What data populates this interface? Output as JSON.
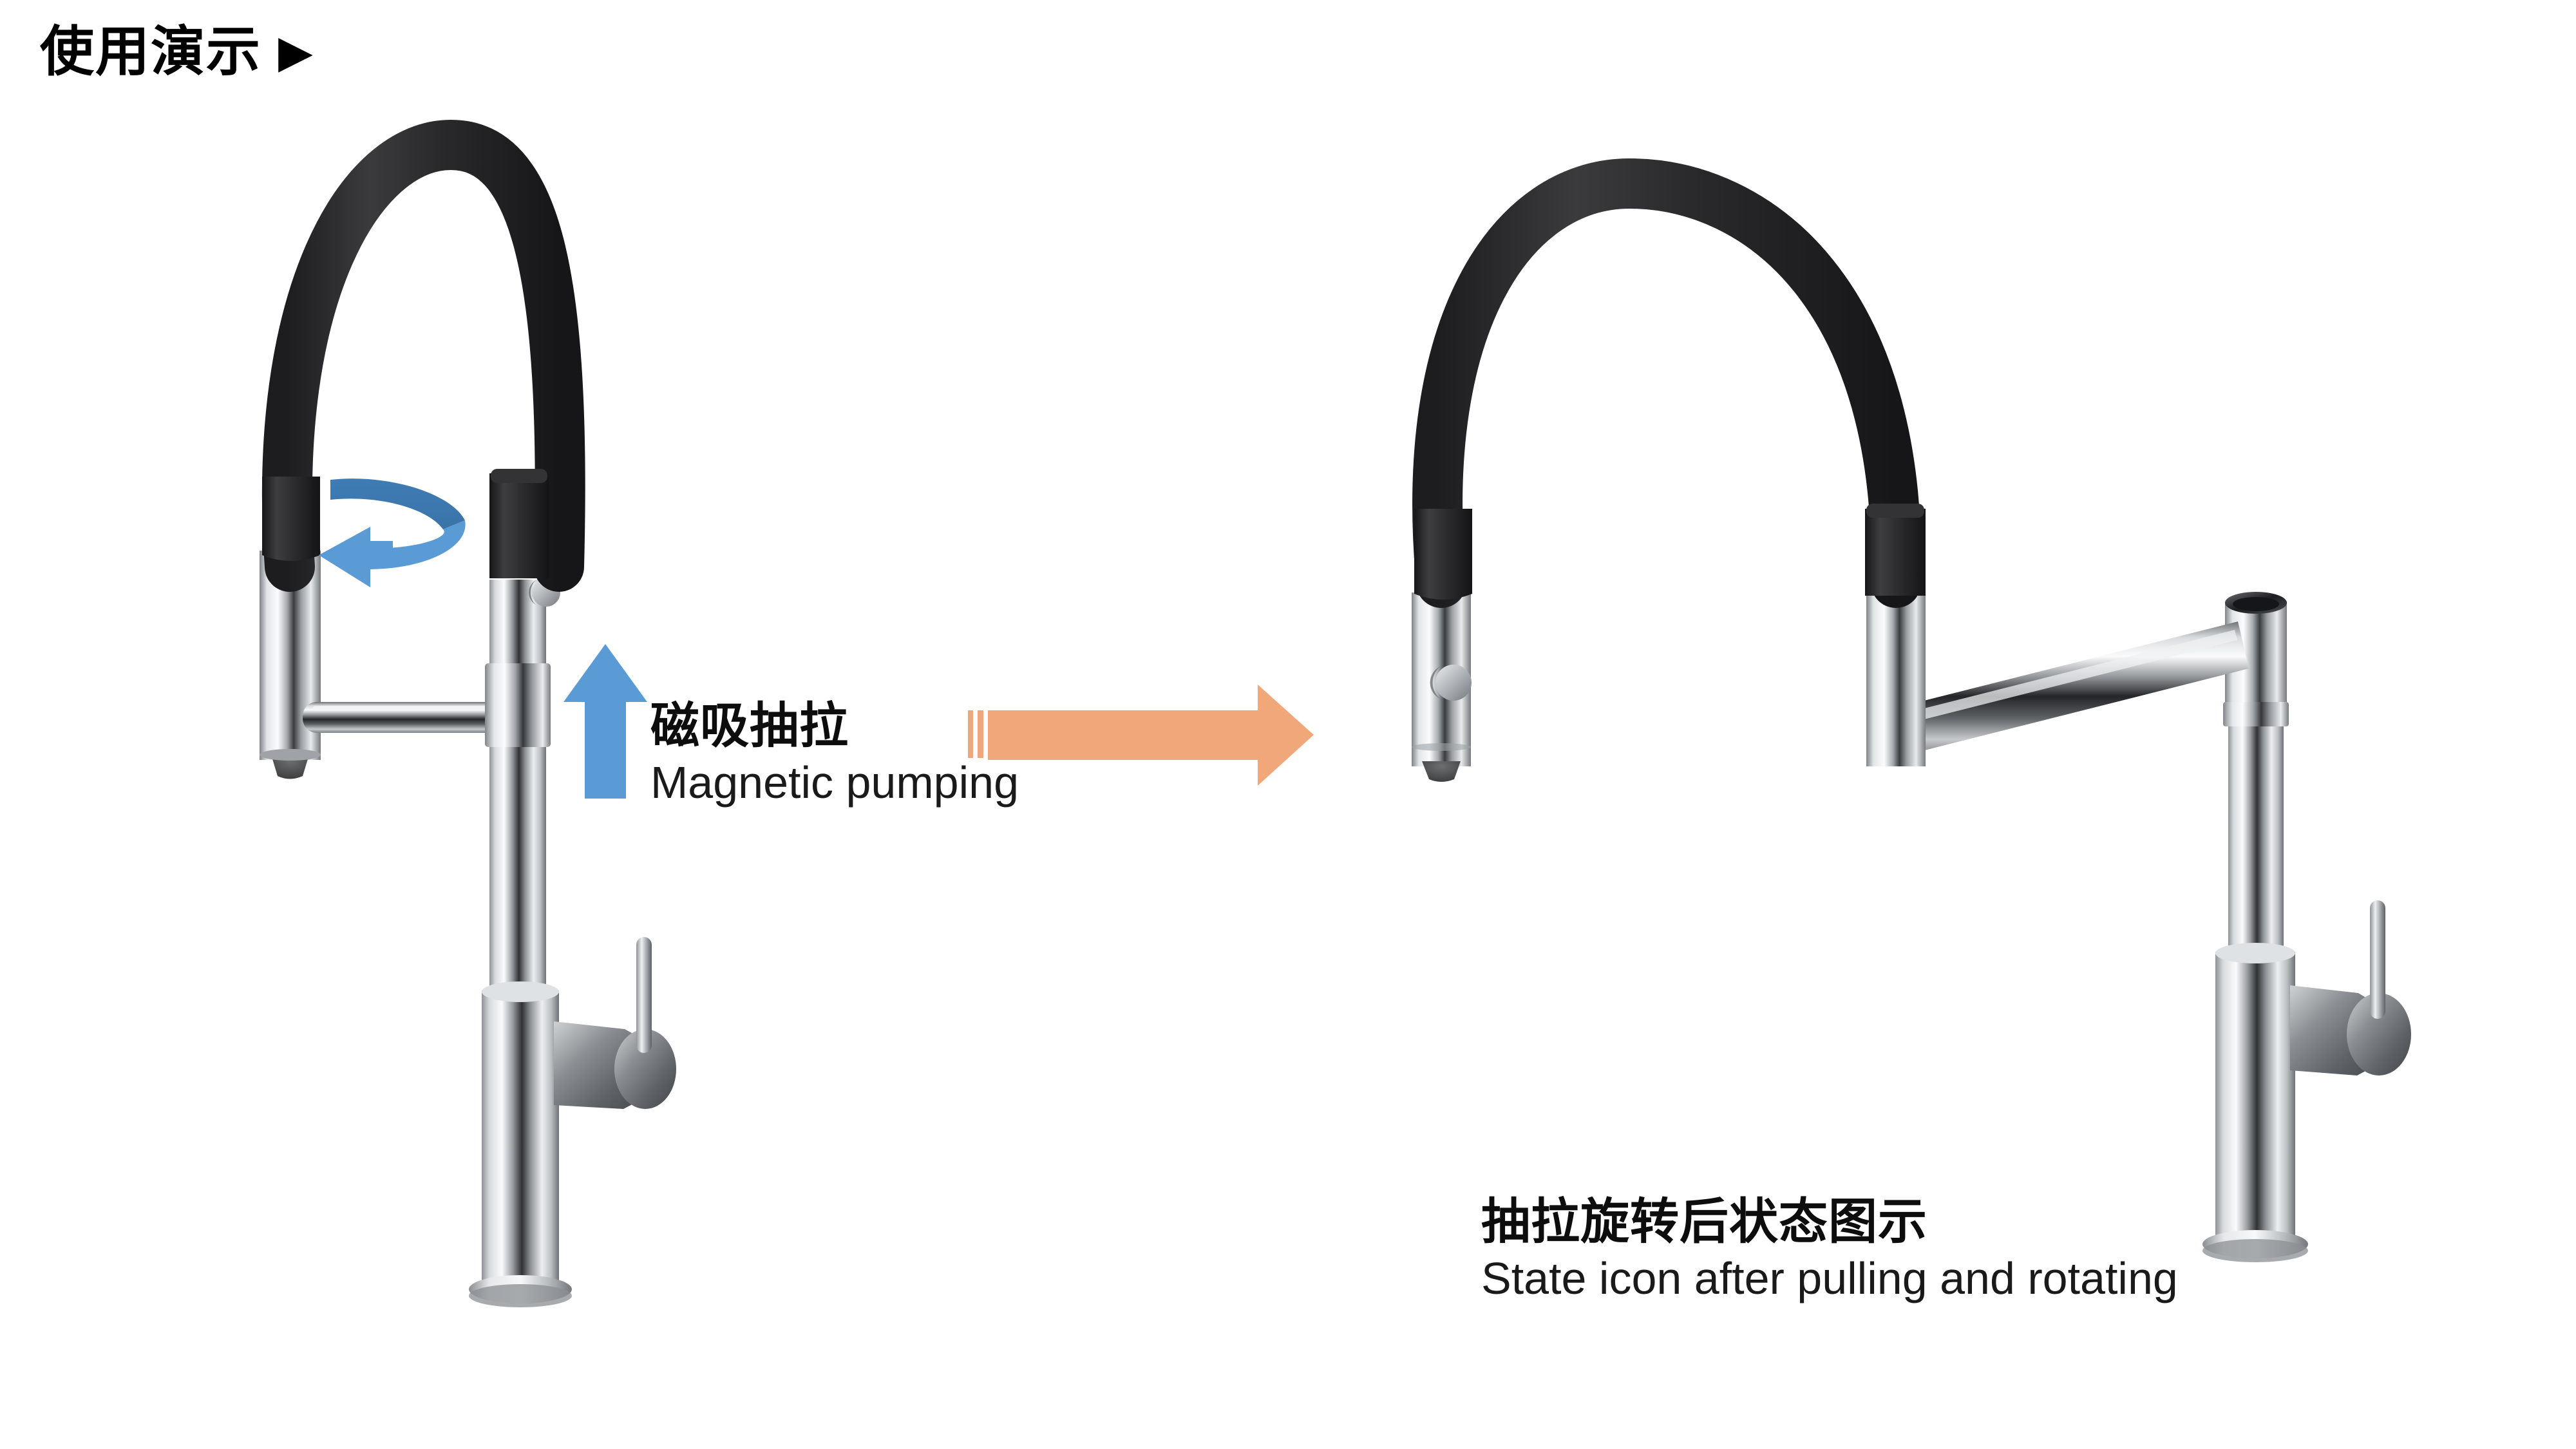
{
  "page": {
    "background_color": "#ffffff",
    "title": "使用演示",
    "title_marker_icon": "play-triangle-icon",
    "title_marker_glyph": "▶"
  },
  "colors": {
    "blue_arrow": "#5B9BD5",
    "blue_arrow_dark": "#3F7CB4",
    "orange_arrow": "#F0A87A",
    "chrome_light": "#FAFAFA",
    "chrome_mid": "#B9BCBF",
    "chrome_dark": "#2A2C2E",
    "rubber_black": "#2B2B2D",
    "rubber_black_light": "#484849",
    "text": "#0d0d0d"
  },
  "center_callout": {
    "cn": "磁吸抽拉",
    "en": "Magnetic pumping",
    "up_arrow_icon": "arrow-up-icon",
    "transition_arrow_icon": "arrow-right-icon"
  },
  "right_callout": {
    "cn": "抽拉旋转后状态图示",
    "en": "State icon after pulling and rotating"
  },
  "left_product": {
    "name": "pull-down-kitchen-faucet-retracted",
    "rotation_arrow_icon": "rotate-arrow-icon",
    "parts": [
      "flexible-black-hose-arch",
      "chrome-spray-head",
      "spray-mode-button",
      "chrome-crossbar",
      "chrome-column",
      "valve-body",
      "lever-handle",
      "base-flange"
    ]
  },
  "right_product": {
    "name": "pull-down-kitchen-faucet-extended-rotated",
    "parts": [
      "flexible-black-hose-arch",
      "chrome-spray-head",
      "spray-mode-button",
      "chrome-swivel-arm",
      "chrome-column",
      "valve-body",
      "lever-handle",
      "base-flange"
    ]
  }
}
